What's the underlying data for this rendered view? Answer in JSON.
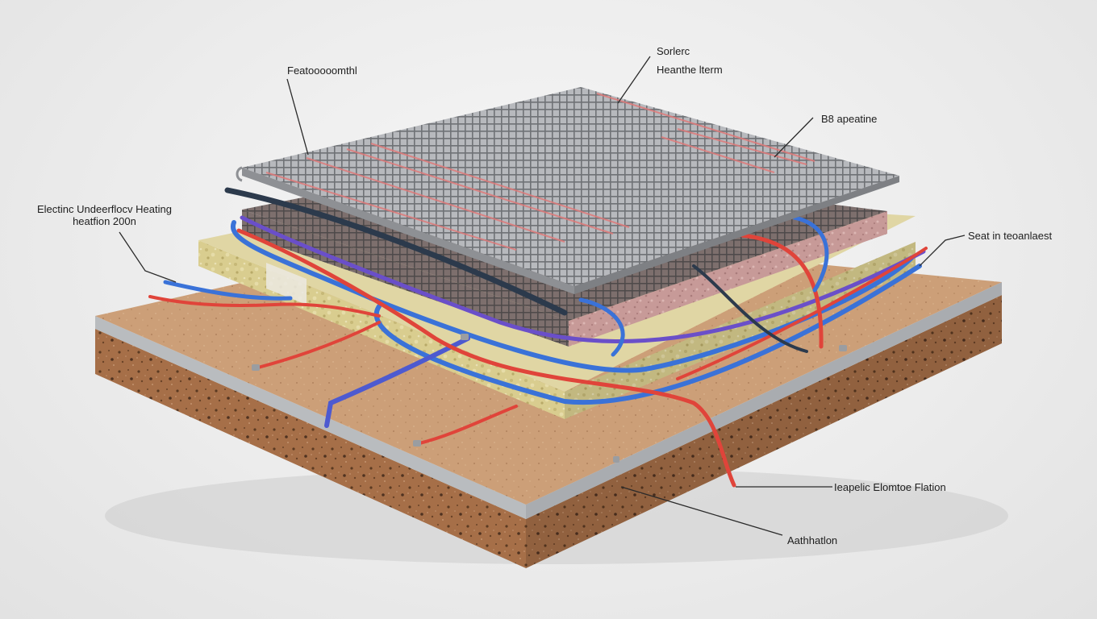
{
  "diagram": {
    "colors": {
      "background": "#ececec",
      "base_cork": "#b5805a",
      "screed_top": "#cfa27a",
      "insulation": "#d8cc8e",
      "mesh": "#8e9094",
      "pink_layer": "#c99a9a",
      "cable_red": "#e0443a",
      "cable_blue": "#3a72d8",
      "cable_purple": "#6a4fc9",
      "leader_line": "#2a2a2a"
    },
    "labels": {
      "top_left": "Featooooomthl",
      "top_center_1": "Sorlerc",
      "top_center_2": "Heanthe lterm",
      "top_right": "B8 apeatine",
      "left_1": "Electinc Undeerflocv Heating",
      "left_2": "heatfion 200n",
      "right": "Seat in teoanlaest",
      "bottom_right_1": "Ieapelic Elomtoe Flation",
      "bottom_right_2": "Aathhatlon"
    }
  }
}
